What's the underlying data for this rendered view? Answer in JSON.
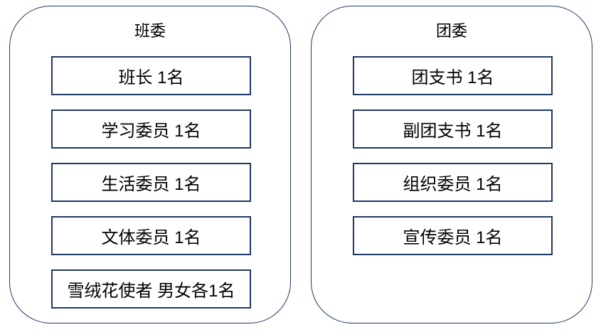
{
  "page": {
    "background_color": "#ffffff",
    "border_color": "#1f3864",
    "text_color": "#000000"
  },
  "groups": [
    {
      "title": "班委",
      "items": [
        "班长 1名",
        "学习委员 1名",
        "生活委员 1名",
        "文体委员 1名",
        "雪绒花使者 男女各1名"
      ]
    },
    {
      "title": "团委",
      "items": [
        "团支书 1名",
        "副团支书 1名",
        "组织委员 1名",
        "宣传委员 1名"
      ]
    }
  ]
}
